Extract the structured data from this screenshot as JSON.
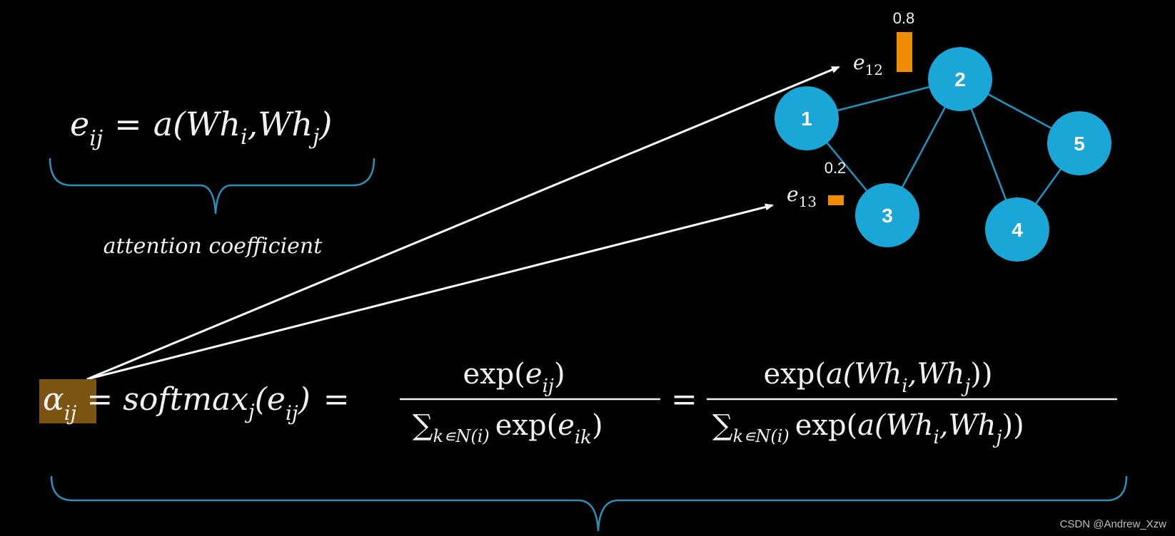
{
  "colors": {
    "background": "#000000",
    "node_fill": "#1aa6d6",
    "edge": "#1e96c2",
    "bar": "#f08c00",
    "brace": "#2d8fb8",
    "highlight": "#7a5410",
    "arrow": "#ffffff",
    "text": "#f2f2f2"
  },
  "top_formula": {
    "lhs_base": "e",
    "lhs_sub": "ij",
    "eq": "=",
    "rhs_a": "a(Wh",
    "rhs_sub_i": "i",
    "rhs_mid": ",Wh",
    "rhs_sub_j": "j",
    "rhs_close": ")"
  },
  "brace_label": "attention coefficient",
  "graph": {
    "nodes": [
      {
        "id": "1",
        "label": "1"
      },
      {
        "id": "2",
        "label": "2"
      },
      {
        "id": "3",
        "label": "3"
      },
      {
        "id": "4",
        "label": "4"
      },
      {
        "id": "5",
        "label": "5"
      }
    ],
    "edges": [
      [
        "1",
        "2"
      ],
      [
        "1",
        "3"
      ],
      [
        "2",
        "3"
      ],
      [
        "2",
        "4"
      ],
      [
        "2",
        "5"
      ],
      [
        "4",
        "5"
      ]
    ]
  },
  "bars": [
    {
      "name": "e12",
      "base": "e",
      "sub": "12",
      "value": 0.8,
      "value_label": "0.8"
    },
    {
      "name": "e13",
      "base": "e",
      "sub": "13",
      "value": 0.2,
      "value_label": "0.2"
    }
  ],
  "bottom_formula": {
    "alpha": "α",
    "alpha_sub": "ij",
    "eq1": "=",
    "softmax": "softmax",
    "softmax_sub": "j",
    "softmax_arg_open": "(e",
    "softmax_arg_sub": "ij",
    "softmax_arg_close": ")",
    "eq2": "=",
    "frac1_num_a": "exp(",
    "frac1_num_e": "e",
    "frac1_num_sub": "ij",
    "frac1_num_close": ")",
    "sum": "∑",
    "sum_sub": "k∊N(i)",
    "frac1_den_exp": "exp(",
    "frac1_den_e": "e",
    "frac1_den_sub": "ik",
    "frac1_den_close": ")",
    "eq3": "=",
    "frac2_num_a": "exp(",
    "frac2_num_b": "a(Wh",
    "frac2_num_sub_i": "i",
    "frac2_num_mid": ",Wh",
    "frac2_num_sub_j": "j",
    "frac2_num_close": "))",
    "frac2_den_exp": "exp(",
    "frac2_den_b": "a(Wh",
    "frac2_den_sub_i": "i",
    "frac2_den_mid": ",Wh",
    "frac2_den_sub_j": "j",
    "frac2_den_close": "))"
  },
  "watermark": "CSDN @Andrew_Xzw"
}
